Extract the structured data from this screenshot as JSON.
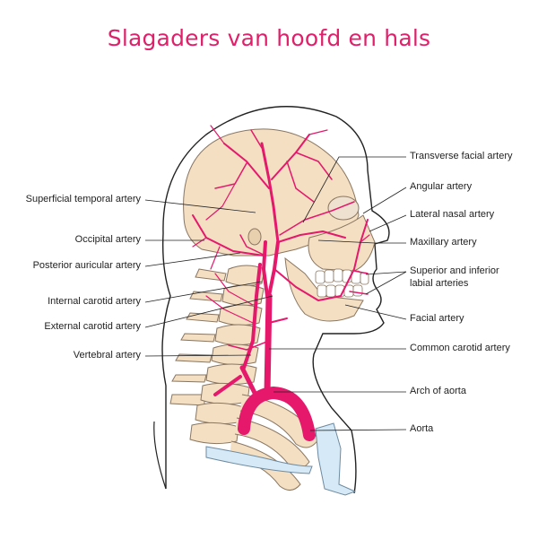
{
  "title": "Slagaders van hoofd en hals",
  "colors": {
    "title": "#e0206a",
    "artery": "#e5186c",
    "bone": "#f4dfc3",
    "bone_outline": "#8a7660",
    "cartilage": "#d6e9f6",
    "skin_outline": "#222222"
  },
  "labels_left": [
    "Superficial temporal artery",
    "Occipital artery",
    "Posterior auricular artery",
    "Internal carotid artery",
    "External carotid artery",
    "Vertebral artery"
  ],
  "labels_right": [
    "Transverse facial artery",
    "Angular artery",
    "Lateral nasal artery",
    "Maxillary artery",
    "Superior and inferior",
    "labial arteries",
    "Facial artery",
    "Common carotid artery",
    "Arch of aorta",
    "Aorta"
  ]
}
